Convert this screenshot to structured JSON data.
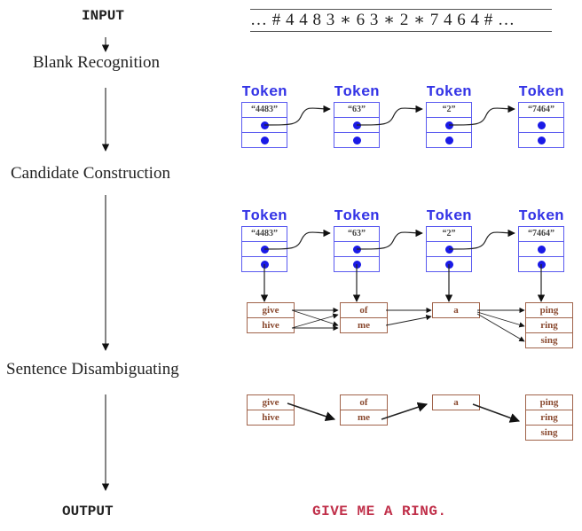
{
  "pipeline": {
    "input_label": "INPUT",
    "output_label": "OUTPUT",
    "stages": [
      "Blank Recognition",
      "Candidate Construction",
      "Sentence Disambiguating"
    ]
  },
  "input_tape": "… # 4 4 8 3 ∗ 6 3 ∗ 2 ∗ 7 4 6 4 # …",
  "token_title": "Token",
  "tokens": [
    "“4483”",
    "“63”",
    "“2”",
    "“7464”"
  ],
  "candidates": [
    [
      "give",
      "hive"
    ],
    [
      "of",
      "me"
    ],
    [
      "a"
    ],
    [
      "ping",
      "ring",
      "sing"
    ]
  ],
  "selected_path": [
    "give",
    "me",
    "a",
    "ring"
  ],
  "output_sentence": "GIVE ME A RING.",
  "colors": {
    "token": "#3434e6",
    "token_dot": "#1a1ae6",
    "candidate": "#a0634a",
    "candidate_text": "#8a4a30",
    "output": "#c0304a"
  }
}
